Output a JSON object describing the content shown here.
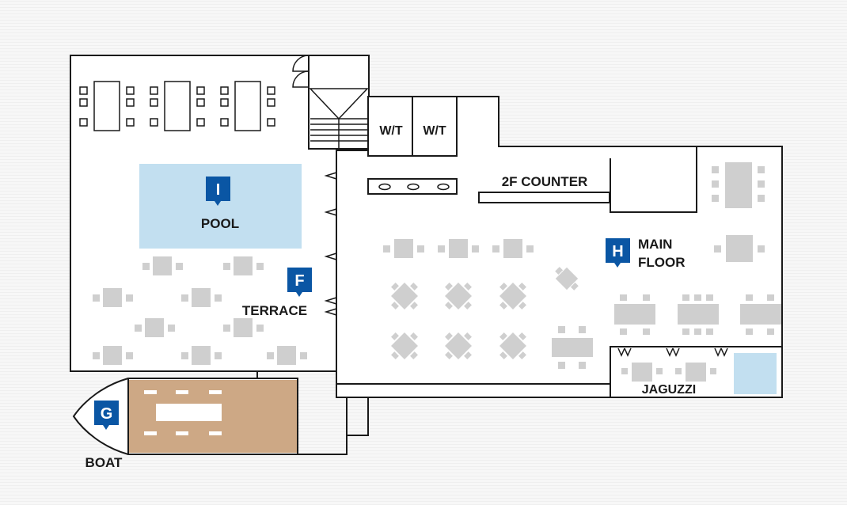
{
  "colors": {
    "wall": "#1a1a1a",
    "floor": "#ffffff",
    "water": "#c2dff0",
    "deck": "#cda885",
    "marker": "#0a56a4",
    "furniture": "#cfcfcf",
    "background": "#f4f4f4"
  },
  "markers": {
    "I": {
      "letter": "I",
      "label": "POOL"
    },
    "F": {
      "letter": "F",
      "label": "TERRACE"
    },
    "H": {
      "letter": "H",
      "label_line1": "MAIN",
      "label_line2": "FLOOR"
    },
    "G": {
      "letter": "G",
      "label": "BOAT"
    }
  },
  "areas": {
    "counter": "2F COUNTER",
    "jacuzzi": "JAGUZZI",
    "wt1": "W/T",
    "wt2": "W/T"
  },
  "icons": [
    "map-pin-icon",
    "door-icon",
    "stairs-icon"
  ]
}
